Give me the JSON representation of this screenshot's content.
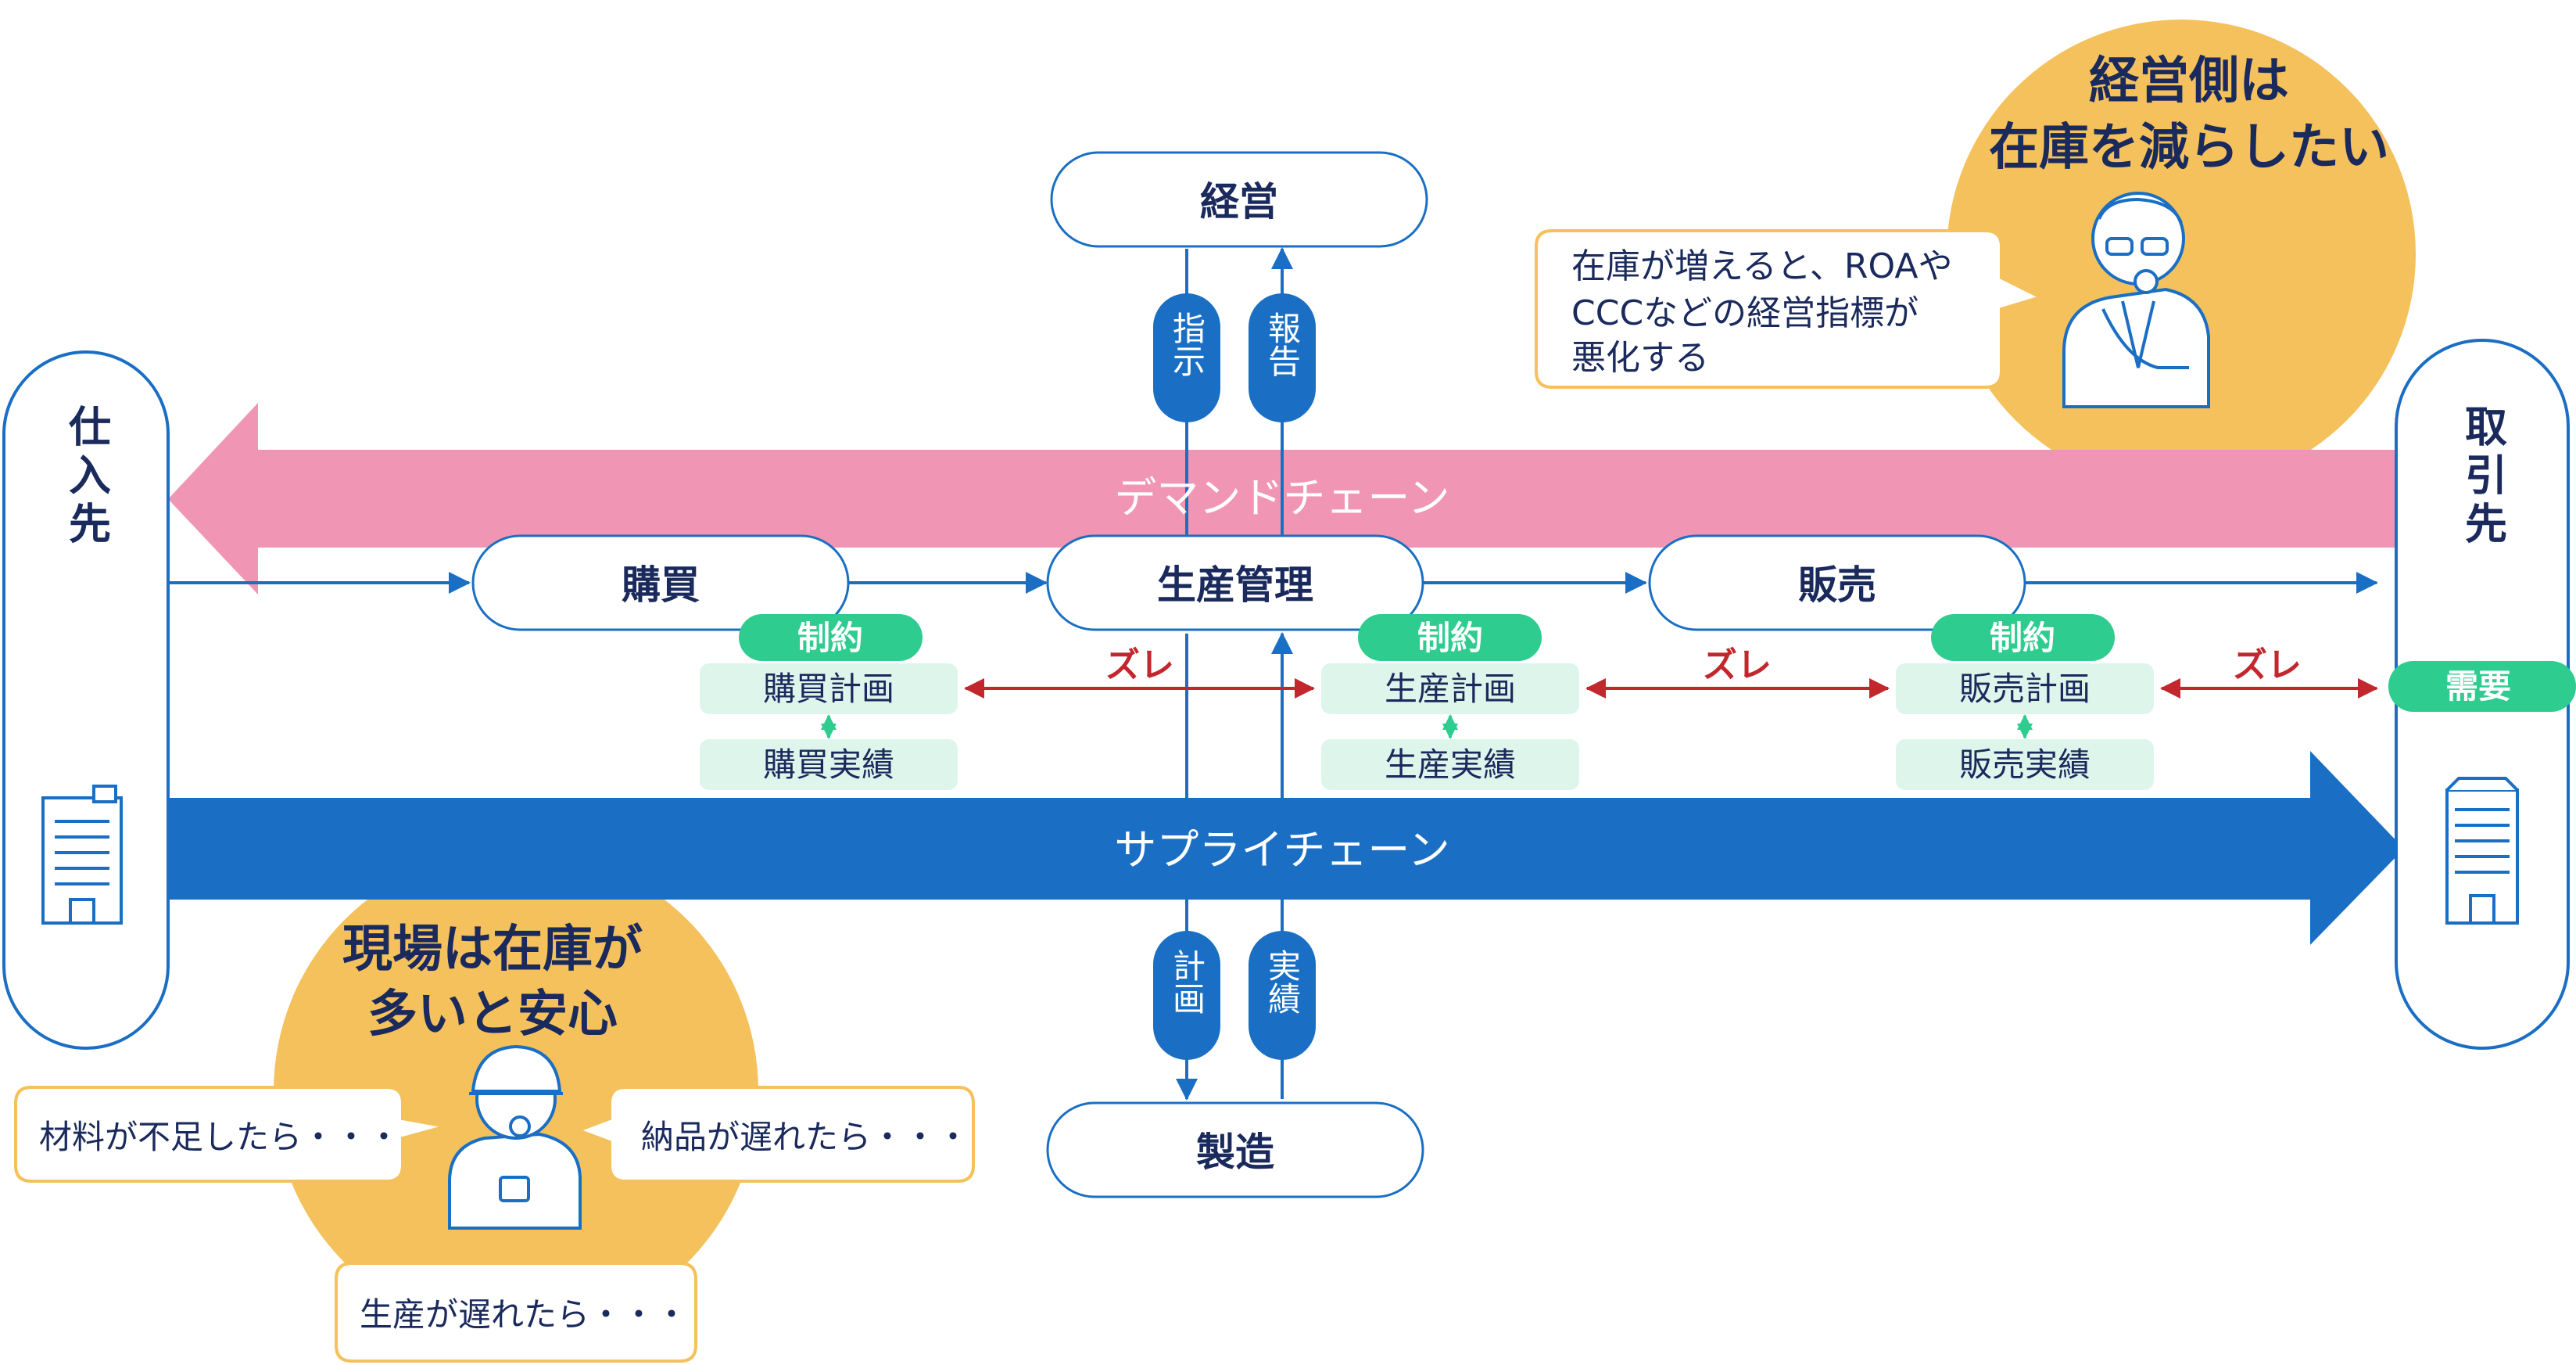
{
  "colors": {
    "blue": "#1a6fc4",
    "pink": "#f096b4",
    "red": "#c1272d",
    "green": "#2ecc8f",
    "mint": "#def5ec",
    "orange": "#f4c15c",
    "navy": "#1a2a5c",
    "white": "#ffffff"
  },
  "nodes": {
    "supplier": "仕入先",
    "customer": "取引先",
    "management": "経営",
    "purchasing": "購買",
    "production_control": "生産管理",
    "sales": "販売",
    "manufacturing": "製造"
  },
  "flows": {
    "demand_chain": "デマンドチェーン",
    "supply_chain": "サプライチェーン",
    "instruction": "指示",
    "report": "報告",
    "plan": "計画",
    "actual": "実績"
  },
  "constraint": "制約",
  "gap": "ズレ",
  "demand": "需要",
  "plans": {
    "purchase_plan": "購買計画",
    "purchase_actual": "購買実績",
    "production_plan": "生産計画",
    "production_actual": "生産実績",
    "sales_plan": "販売計画",
    "sales_actual": "販売実績"
  },
  "management_view": {
    "title_line1": "経営側は",
    "title_line2": "在庫を減らしたい",
    "bubble_line1": "在庫が増えると、ROAや",
    "bubble_line2": "CCCなどの経営指標が",
    "bubble_line3": "悪化する"
  },
  "field_view": {
    "title_line1": "現場は在庫が",
    "title_line2": "多いと安心",
    "bubble_material": "材料が不足したら・・・",
    "bubble_delivery": "納品が遅れたら・・・",
    "bubble_production": "生産が遅れたら・・・"
  }
}
